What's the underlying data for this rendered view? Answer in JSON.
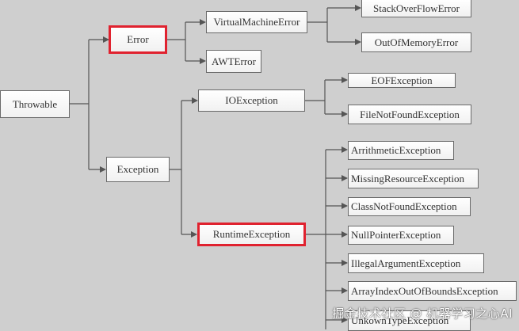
{
  "diagram": {
    "title": "Java Throwable class hierarchy",
    "highlight_color": "#e0222f",
    "nodes": {
      "throwable": "Throwable",
      "error": "Error",
      "exception": "Exception",
      "virtual_machine_error": "VirtualMachineError",
      "awt_error": "AWTError",
      "stack_overflow_error": "StackOverFlowError",
      "out_of_memory_error": "OutOfMemoryError",
      "io_exception": "IOException",
      "eof_exception": "EOFException",
      "file_not_found_exception": "FileNotFoundException",
      "runtime_exception": "RuntimeException",
      "arithmetic_exception": "ArrithmeticException",
      "missing_resource_exception": "MissingResourceException",
      "class_not_found_exception": "ClassNotFoundException",
      "null_pointer_exception": "NullPointerException",
      "illegal_argument_exception": "IllegalArgumentException",
      "array_index_out_of_bounds_exception": "ArrayIndexOutOfBoundsException",
      "unknown_type_exception": "UnkownTypeException"
    },
    "highlighted": [
      "Error",
      "RuntimeException"
    ],
    "edges": [
      [
        "Throwable",
        "Error"
      ],
      [
        "Throwable",
        "Exception"
      ],
      [
        "Error",
        "VirtualMachineError"
      ],
      [
        "Error",
        "AWTError"
      ],
      [
        "VirtualMachineError",
        "StackOverFlowError"
      ],
      [
        "VirtualMachineError",
        "OutOfMemoryError"
      ],
      [
        "Exception",
        "IOException"
      ],
      [
        "Exception",
        "RuntimeException"
      ],
      [
        "IOException",
        "EOFException"
      ],
      [
        "IOException",
        "FileNotFoundException"
      ],
      [
        "RuntimeException",
        "ArrithmeticException"
      ],
      [
        "RuntimeException",
        "MissingResourceException"
      ],
      [
        "RuntimeException",
        "ClassNotFoundException"
      ],
      [
        "RuntimeException",
        "NullPointerException"
      ],
      [
        "RuntimeException",
        "IllegalArgumentException"
      ],
      [
        "RuntimeException",
        "ArrayIndexOutOfBoundsException"
      ],
      [
        "RuntimeException",
        "UnkownTypeException"
      ]
    ]
  },
  "watermark": "掘金技术社区 @ 机器学习之心AI"
}
